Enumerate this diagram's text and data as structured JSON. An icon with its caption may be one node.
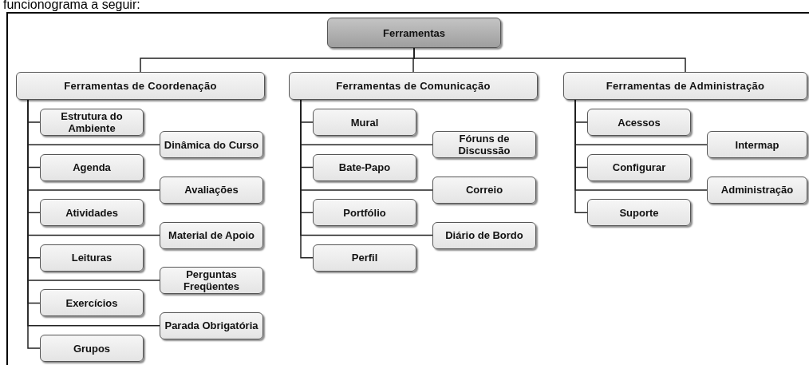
{
  "diagram": {
    "nodes": [
      {
        "text": [
          "Ferramentas"
        ]
      },
      {
        "text": [
          "Ferramentas de Coordenação"
        ]
      },
      {
        "text": [
          "Ferramentas de Comunicação"
        ]
      },
      {
        "text": [
          "Ferramentas de Administração"
        ]
      },
      {
        "text": [
          "Estrutura do Ambiente"
        ]
      },
      {
        "text": [
          "Dinâmica do Curso"
        ]
      },
      {
        "text": [
          "Agenda"
        ]
      },
      {
        "text": [
          "Avaliações"
        ]
      },
      {
        "text": [
          "Atividades"
        ]
      },
      {
        "text": [
          "Material de Apoio"
        ]
      },
      {
        "text": [
          "Leituras"
        ]
      },
      {
        "text": [
          "Perguntas Freqüentes"
        ]
      },
      {
        "text": [
          "Exercícios"
        ]
      },
      {
        "text": [
          "Parada Obrigatória"
        ]
      },
      {
        "text": [
          "Grupos"
        ]
      },
      {
        "text": [
          "Mural"
        ]
      },
      {
        "text": [
          "Fóruns de Discussão"
        ]
      },
      {
        "text": [
          "Bate-Papo"
        ]
      },
      {
        "text": [
          "Correio"
        ]
      },
      {
        "text": [
          "Portfólio"
        ]
      },
      {
        "text": [
          "Diário de Bordo"
        ]
      },
      {
        "text": [
          "Perfil"
        ]
      },
      {
        "text": [
          "Acessos"
        ]
      },
      {
        "text": [
          "Intermap"
        ]
      },
      {
        "text": [
          "Configurar"
        ]
      },
      {
        "text": [
          "Administração"
        ]
      },
      {
        "text": [
          "Suporte"
        ]
      }
    ],
    "edges": [
      {
        "from": 0,
        "to": 1,
        "arrow": "none"
      },
      {
        "from": 0,
        "to": 2,
        "arrow": "none"
      },
      {
        "from": 0,
        "to": 3,
        "arrow": "none"
      },
      {
        "from": 1,
        "to": 4,
        "arrow": "none"
      },
      {
        "from": 1,
        "to": 5,
        "arrow": "none"
      },
      {
        "from": 1,
        "to": 6,
        "arrow": "none"
      },
      {
        "from": 1,
        "to": 7,
        "arrow": "none"
      },
      {
        "from": 1,
        "to": 8,
        "arrow": "none"
      },
      {
        "from": 1,
        "to": 9,
        "arrow": "none"
      },
      {
        "from": 1,
        "to": 10,
        "arrow": "none"
      },
      {
        "from": 1,
        "to": 11,
        "arrow": "none"
      },
      {
        "from": 1,
        "to": 12,
        "arrow": "none"
      },
      {
        "from": 1,
        "to": 13,
        "arrow": "none"
      },
      {
        "from": 1,
        "to": 14,
        "arrow": "none"
      },
      {
        "from": 2,
        "to": 15,
        "arrow": "none"
      },
      {
        "from": 2,
        "to": 16,
        "arrow": "none"
      },
      {
        "from": 2,
        "to": 17,
        "arrow": "none"
      },
      {
        "from": 2,
        "to": 18,
        "arrow": "none"
      },
      {
        "from": 2,
        "to": 19,
        "arrow": "none"
      },
      {
        "from": 2,
        "to": 20,
        "arrow": "none"
      },
      {
        "from": 2,
        "to": 21,
        "arrow": "none"
      },
      {
        "from": 3,
        "to": 22,
        "arrow": "none"
      },
      {
        "from": 3,
        "to": 23,
        "arrow": "none"
      },
      {
        "from": 3,
        "to": 24,
        "arrow": "none"
      },
      {
        "from": 3,
        "to": 25,
        "arrow": "none"
      },
      {
        "from": 3,
        "to": 26,
        "arrow": "none"
      }
    ],
    "labels": [
      "funcionograma a seguir:"
    ]
  }
}
